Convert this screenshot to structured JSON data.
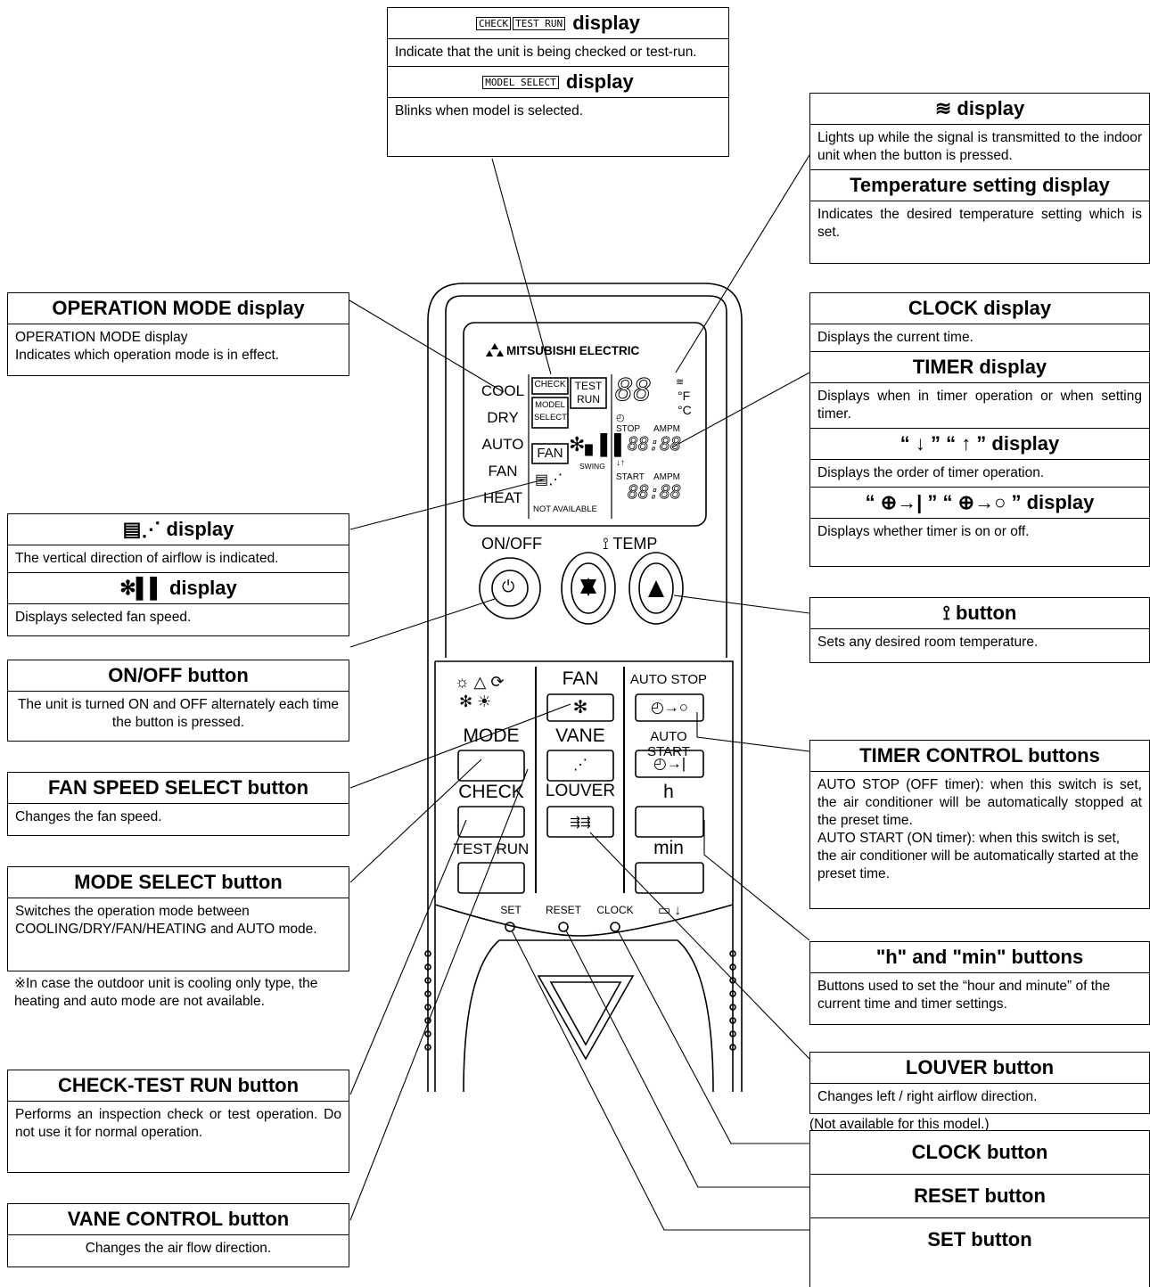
{
  "colors": {
    "ink": "#000000",
    "paper": "#ffffff"
  },
  "remote": {
    "brand": "MITSUBISHI ELECTRIC",
    "lcd": {
      "modes": [
        "COOL",
        "DRY",
        "AUTO",
        "FAN",
        "HEAT"
      ],
      "check_label": "CHECK",
      "test_run_label": "TEST RUN",
      "model_select_label": "MODEL SELECT",
      "fan_label": "FAN",
      "temp_digits": "88",
      "fahrenheit": "°F",
      "celsius": "°C",
      "stop_label": "STOP",
      "start_label": "START",
      "ampm_label": "AMPM",
      "time_digits": "88:88",
      "swing_label": "SWING",
      "not_available_label": "NOT AVAILABLE"
    },
    "buttons": {
      "on_off": "ON/OFF",
      "temp": "TEMP"
    },
    "lower_panel": {
      "fan": "FAN",
      "auto_stop": "AUTO STOP",
      "mode": "MODE",
      "vane": "VANE",
      "auto_start": "AUTO START",
      "check": "CHECK",
      "louver": "LOUVER",
      "h": "h",
      "test_run": "TEST RUN",
      "min": "min",
      "set": "SET",
      "reset": "RESET",
      "clock": "CLOCK"
    }
  },
  "callouts": {
    "check_testrun": {
      "tag1": "CHECK",
      "tag2": "TEST RUN",
      "title": "display",
      "text": "Indicate that the unit is being checked or test-run."
    },
    "model_select": {
      "tag": "MODEL SELECT",
      "title": "display",
      "text": "Blinks when model is selected."
    },
    "signal": {
      "title": "display",
      "text": "Lights up while the signal is transmitted to the indoor unit when the button is pressed."
    },
    "temp_setting": {
      "title": "Temperature setting display",
      "text": "Indicates the desired temperature setting which is set."
    },
    "operation_mode": {
      "title": "OPERATION MODE display",
      "line1": "OPERATION MODE display",
      "line2": "Indicates which operation mode is in effect."
    },
    "clock_display": {
      "title": "CLOCK display",
      "text": "Displays the current time."
    },
    "timer_display": {
      "title": "TIMER display",
      "text": "Displays when in timer operation or when setting timer."
    },
    "order_display": {
      "title": "“ ↓ ” “ ↑ ” display",
      "text": "Displays the order of timer operation."
    },
    "onoff_display": {
      "title": "“ ⊕→| ” “ ⊕→○ ” display",
      "text": "Displays whether timer is on or off."
    },
    "vane_display": {
      "title": "display",
      "text": "The vertical direction of airflow is indicated."
    },
    "fan_display": {
      "title": "display",
      "text": "Displays selected fan speed."
    },
    "temp_button": {
      "title": "button",
      "text": "Sets any desired room temperature."
    },
    "onoff_button": {
      "title": "ON/OFF button",
      "text": "The unit is turned ON and OFF alternately each time the button is pressed."
    },
    "timer_control": {
      "title": "TIMER CONTROL buttons",
      "line1": "AUTO STOP (OFF timer):  when this switch is set, the air conditioner will be automatically stopped at the preset time.",
      "line2": "AUTO START (ON timer): when this switch is set, the air conditioner will be automatically started at the preset time."
    },
    "fan_speed_button": {
      "title": "FAN SPEED SELECT button",
      "text": "Changes the fan speed."
    },
    "mode_select_button": {
      "title": "MODE SELECT button",
      "text": "Switches the operation mode between COOLING/DRY/FAN/HEATING and AUTO mode.",
      "note": "※In case the outdoor unit is cooling only type, the heating and auto mode are not available."
    },
    "h_min_buttons": {
      "title": "\"h\" and \"min\" buttons",
      "text": "Buttons used to set the “hour and minute” of the current time and timer settings."
    },
    "louver_button": {
      "title": "LOUVER button",
      "text": "Changes left / right airflow direction.",
      "note": "(Not available for this model.)"
    },
    "check_test_button": {
      "title": "CHECK-TEST RUN button",
      "text": "Performs an inspection  check or test operation. Do not use it for normal operation."
    },
    "vane_control_button": {
      "title": "VANE CONTROL button",
      "text": "Changes the air flow direction."
    },
    "clock_button": {
      "title": "CLOCK button"
    },
    "reset_button": {
      "title": "RESET button"
    },
    "set_button": {
      "title": "SET button"
    }
  }
}
